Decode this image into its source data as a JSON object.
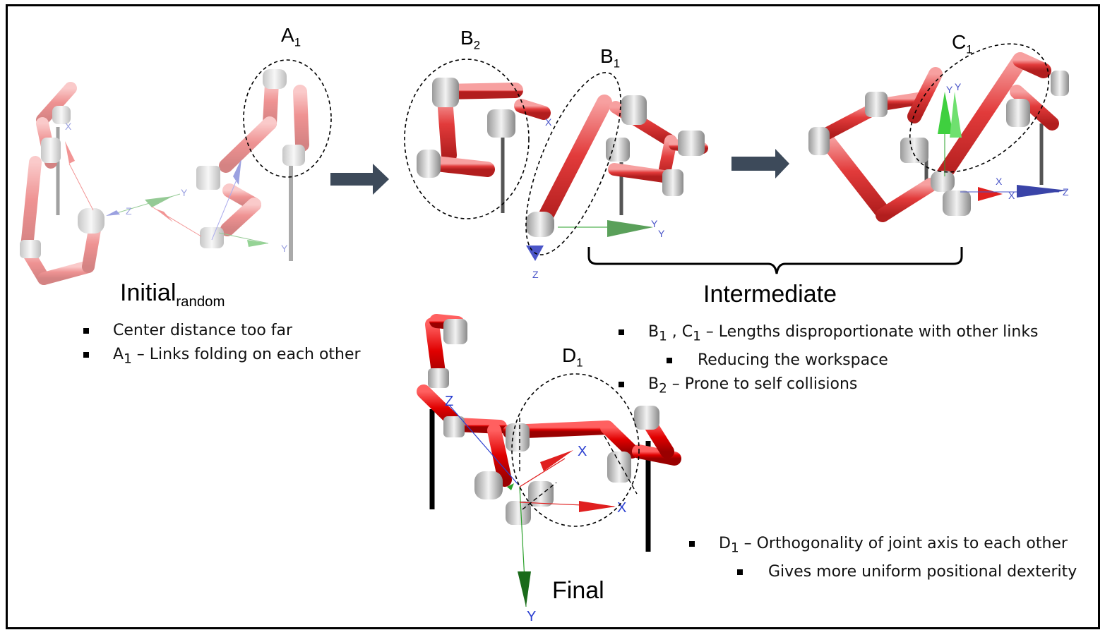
{
  "stages": {
    "initial": {
      "title": "Initial",
      "subscript": "random"
    },
    "intermediate": {
      "title": "Intermediate"
    },
    "final": {
      "title": "Final"
    }
  },
  "tags": [
    {
      "id": "A1",
      "letter": "A",
      "sub": "1"
    },
    {
      "id": "B2",
      "letter": "B",
      "sub": "2"
    },
    {
      "id": "B1",
      "letter": "B",
      "sub": "1"
    },
    {
      "id": "C1",
      "letter": "C",
      "sub": "1"
    },
    {
      "id": "D1",
      "letter": "D",
      "sub": "1"
    }
  ],
  "notes": {
    "initial": [
      {
        "text": "Center distance too far"
      },
      {
        "text_a": "A",
        "sub": "1",
        "text_b": " – Links folding on each other"
      }
    ],
    "intermediate": [
      {
        "text_a": "B",
        "sub_a": "1",
        "text_mid": " , C",
        "sub_b": "1",
        "text_b": " – Lengths disproportionate with other links"
      },
      {
        "text": "Reducing the workspace"
      },
      {
        "text_a": "B",
        "sub": "2",
        "text_b": " – Prone to self collisions"
      }
    ],
    "final": [
      {
        "text_a": "D",
        "sub": "1",
        "text_b": " – Orthogonality of joint axis to each other"
      },
      {
        "text": "Gives more uniform positional dexterity"
      }
    ]
  },
  "axis_labels": {
    "x": "X",
    "y": "Y",
    "z": "Z"
  },
  "colors": {
    "link_red": "#e23b3b",
    "link_faded": "#f2a5a5",
    "joint_gray": "#c8c8c8",
    "arrow_slate": "#3d4a5a",
    "axis_red": "#e02020",
    "axis_green": "#2aa02a",
    "axis_blue": "#2a3fd0"
  }
}
